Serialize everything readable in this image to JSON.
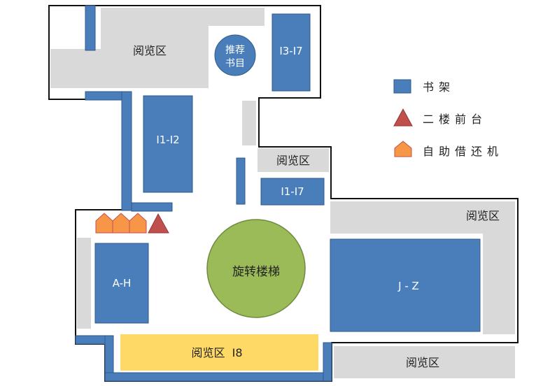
{
  "reading_areas": {
    "top_left": "阅览区",
    "middle": "阅览区",
    "right": "阅览区",
    "bottom_right": "阅览区",
    "bottom": "阅览区  I8"
  },
  "recommend": {
    "line1": "推荐",
    "line2": "书目"
  },
  "shelves": {
    "i3_i7": "I3-I7",
    "i1_i2": "I1-I2",
    "i1_i7": "I1-I7",
    "a_h": "A-H",
    "j_z": "J - Z"
  },
  "staircase": "旋转楼梯",
  "legend": {
    "shelf": "书架",
    "front_desk": "二楼前台",
    "self_service": "自助借还机"
  },
  "colors": {
    "shelf": "#4a7ebb",
    "reading": "#d9d9d9",
    "reading_i8": "#ffd966",
    "staircase": "#9bbb59",
    "front_desk": "#c0504d",
    "self_service": "#f79646"
  }
}
